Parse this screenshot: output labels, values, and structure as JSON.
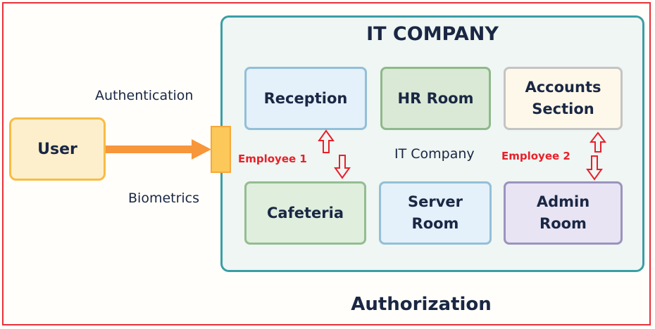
{
  "title": "IT COMPANY",
  "center_label": "IT Company",
  "footer": "Authorization",
  "user": "User",
  "labels": {
    "authentication": "Authentication",
    "biometrics": "Biometrics"
  },
  "rooms": {
    "reception": "Reception",
    "hr": "HR Room",
    "accounts_1": "Accounts",
    "accounts_2": "Section",
    "cafeteria": "Cafeteria",
    "server_1": "Server",
    "server_2": "Room",
    "admin_1": "Admin",
    "admin_2": "Room"
  },
  "employees": {
    "e1": "Employee 1",
    "e2": "Employee 2"
  },
  "colors": {
    "frame": "#e8303a",
    "teal": "#3a9ea5",
    "arrow": "#f7963a",
    "employee": "#e8202a"
  }
}
